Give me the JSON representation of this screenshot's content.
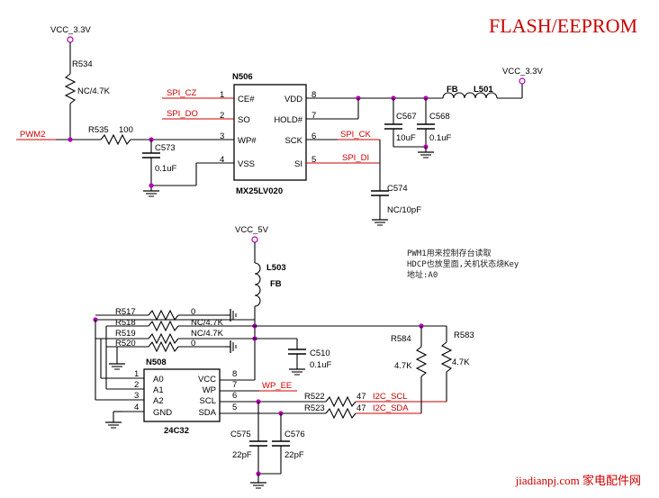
{
  "title": "FLASH/EEPROM",
  "watermark": "jiadianpj.com 家电配件网",
  "note": {
    "line1": "PWM1用来控制存台读取",
    "line2": "HDCP也放里面,关机状态烧Key",
    "line3": "地址:A0"
  },
  "rails": {
    "vcc33_left": "VCC_3.3V",
    "vcc33_right": "VCC_3.3V",
    "vcc5": "VCC_5V"
  },
  "nets": {
    "pwm2": "PWM2",
    "spi_cz": "SPI_CZ",
    "spi_do": "SPI_DO",
    "spi_ck": "SPI_CK",
    "spi_di": "SPI_DI",
    "wp_ee": "WP_EE",
    "i2c_scl": "I2C_SCL",
    "i2c_sda": "I2C_SDA",
    "fb": "FB"
  },
  "flash": {
    "ref": "N506",
    "part": "MX25LV020",
    "left_pins": [
      {
        "num": "1",
        "name": "CE#"
      },
      {
        "num": "2",
        "name": "SO"
      },
      {
        "num": "3",
        "name": "WP#"
      },
      {
        "num": "4",
        "name": "VSS"
      }
    ],
    "right_pins": [
      {
        "num": "8",
        "name": "VDD"
      },
      {
        "num": "7",
        "name": "HOLD#"
      },
      {
        "num": "6",
        "name": "SCK"
      },
      {
        "num": "5",
        "name": "SI"
      }
    ]
  },
  "eeprom": {
    "ref": "N508",
    "part": "24C32",
    "left_pins": [
      {
        "num": "1",
        "name": "A0"
      },
      {
        "num": "2",
        "name": "A1"
      },
      {
        "num": "3",
        "name": "A2"
      },
      {
        "num": "4",
        "name": "GND"
      }
    ],
    "right_pins": [
      {
        "num": "8",
        "name": "VCC"
      },
      {
        "num": "7",
        "name": "WP"
      },
      {
        "num": "6",
        "name": "SCL"
      },
      {
        "num": "5",
        "name": "SDA"
      }
    ]
  },
  "parts": {
    "r534": {
      "ref": "R534",
      "value": "NC/4.7K"
    },
    "r535": {
      "ref": "R535",
      "value": "100"
    },
    "c573": {
      "ref": "C573",
      "value": "0.1uF"
    },
    "c567": {
      "ref": "C567",
      "value": "10uF"
    },
    "c568": {
      "ref": "C568",
      "value": "0.1uF"
    },
    "l501": {
      "ref": "L501",
      "value": "FB"
    },
    "c574": {
      "ref": "C574",
      "value": "NC/10pF"
    },
    "l503": {
      "ref": "L503",
      "value": "FB"
    },
    "r517": {
      "ref": "R517",
      "value": "0"
    },
    "r518": {
      "ref": "R518",
      "value": "NC/4.7K"
    },
    "r519": {
      "ref": "R519",
      "value": "NC/4.7K"
    },
    "r520": {
      "ref": "R520",
      "value": "0"
    },
    "c510": {
      "ref": "C510",
      "value": "0.1uF"
    },
    "r584": {
      "ref": "R584",
      "value": "4.7K"
    },
    "r583": {
      "ref": "R583",
      "value": "4.7K"
    },
    "r522": {
      "ref": "R522",
      "value": "47"
    },
    "r523": {
      "ref": "R523",
      "value": "47"
    },
    "c575": {
      "ref": "C575",
      "value": "22pF"
    },
    "c576": {
      "ref": "C576",
      "value": "22pF"
    }
  }
}
